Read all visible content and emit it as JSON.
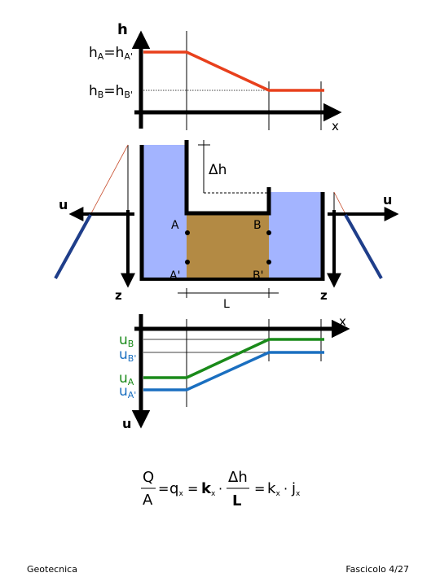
{
  "top_plot": {
    "axis_y": "h",
    "label_hA": "h",
    "label_hA_sub": "A",
    "label_hA_eq": "=h",
    "label_hA_sub2": "A'",
    "label_hB": "h",
    "label_hB_sub": "B",
    "label_hB_eq": "=h",
    "label_hB_sub2": "B'",
    "axis_x": "x"
  },
  "middle": {
    "delta_h": "Δh",
    "axis_u_left": "u",
    "axis_u_right": "u",
    "axis_z_left": "z",
    "axis_z_right": "z",
    "point_A": "A",
    "point_B": "B",
    "point_A2": "A'",
    "point_B2": "B'",
    "length": "L"
  },
  "bottom_plot": {
    "axis_x": "x",
    "axis_y": "u",
    "label_uB": "u",
    "label_uB_sub": "B",
    "label_uB2": "u",
    "label_uB2_sub": "B'",
    "label_uA": "u",
    "label_uA_sub": "A",
    "label_uA2": "u",
    "label_uA2_sub": "A'"
  },
  "formula": {
    "Q": "Q",
    "A": "A",
    "eq1": "=",
    "qx": "q",
    "qx_sub": "x",
    "eq2": "=",
    "kx1": "k",
    "kx1_sub": "x",
    "dot1": "·",
    "dh": "Δh",
    "L": "L",
    "eq3": "=",
    "kx2": "k",
    "kx2_sub": "x",
    "dot2": "·",
    "jx": "j",
    "jx_sub": "x"
  },
  "footer": {
    "left": "Geotecnica",
    "right": "Fascicolo 4/27"
  },
  "colors": {
    "head_line": "#e8401c",
    "water": "#a3b4ff",
    "soil": "#b38a44",
    "uB_line": "#1a8a1a",
    "uA_line": "#1a6fc0",
    "piezometer": "#1f3e8a"
  }
}
